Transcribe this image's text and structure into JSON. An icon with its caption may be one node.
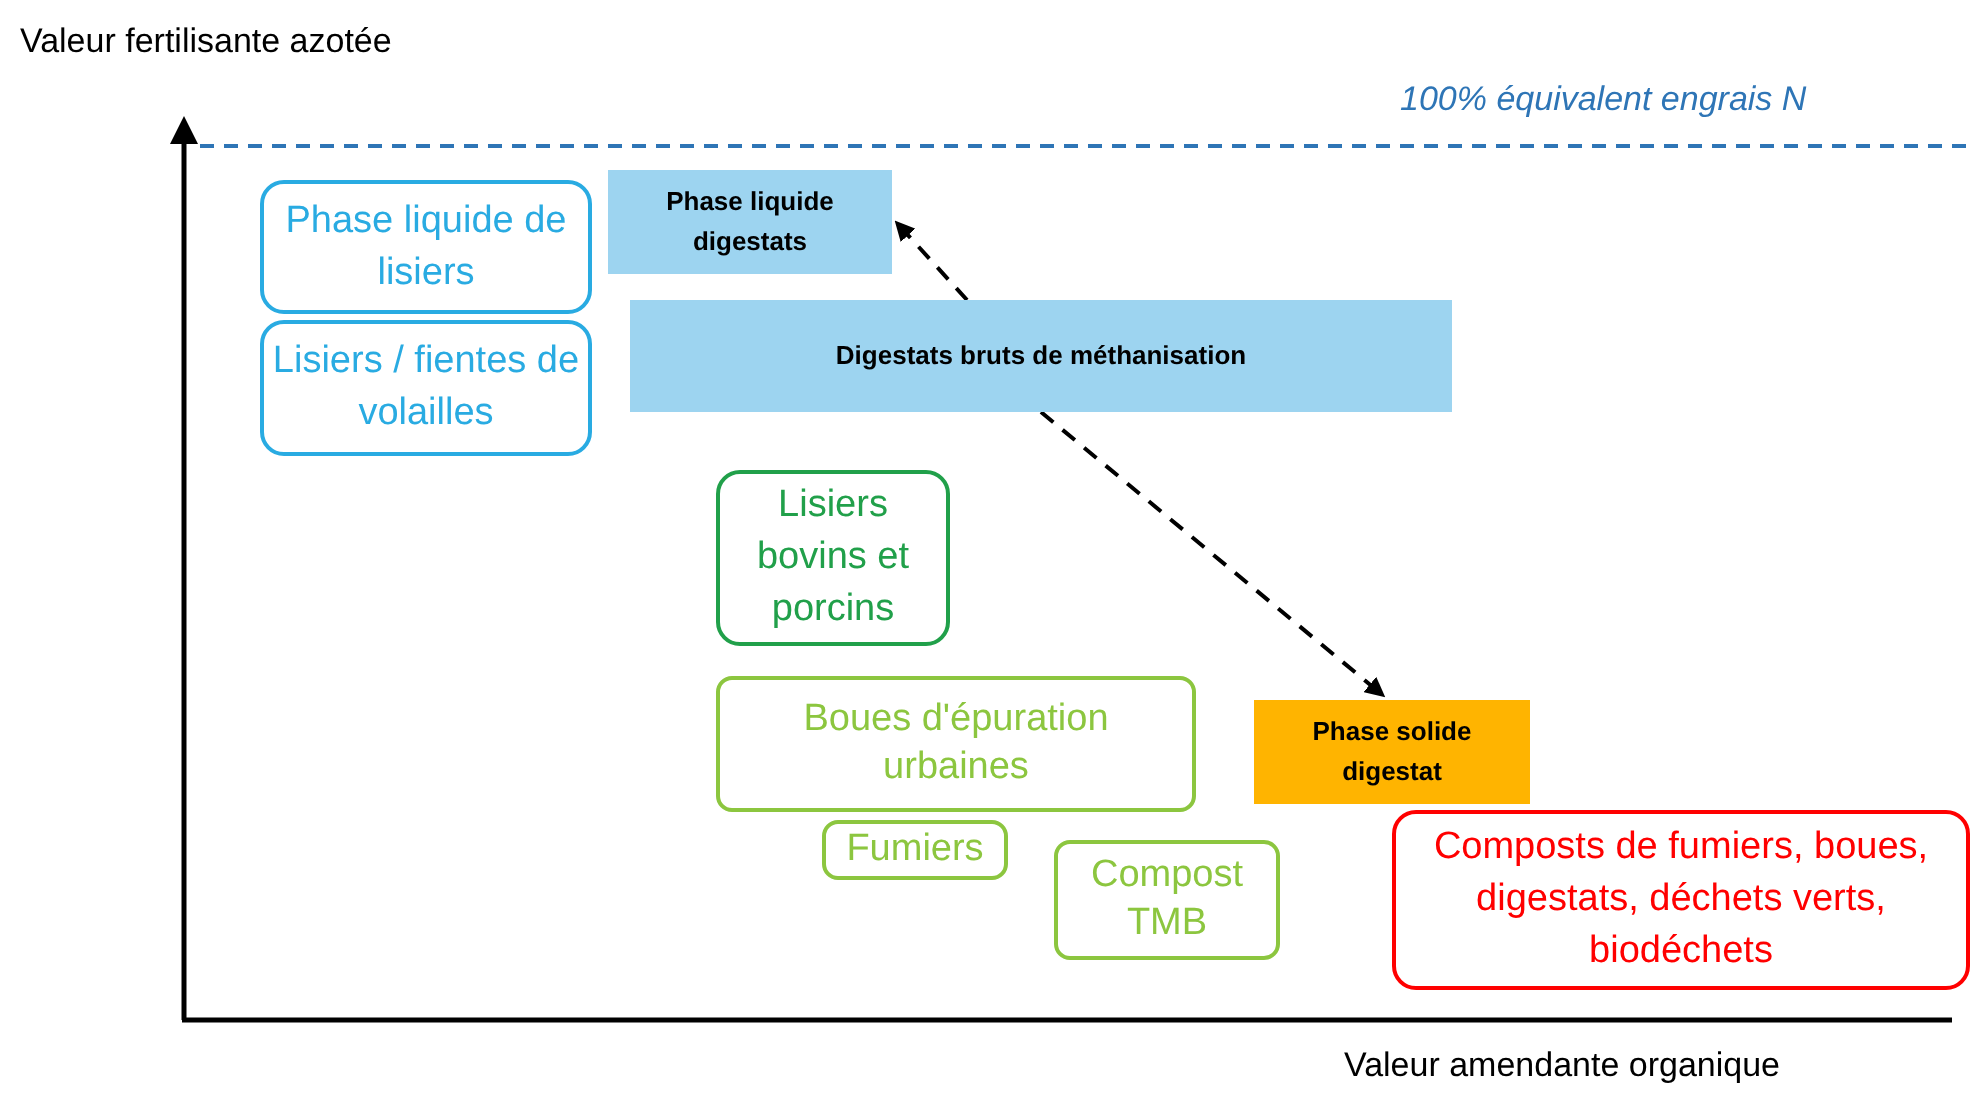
{
  "diagram": {
    "nodes": [
      {
        "text": [
          "Phase liquide de lisiers"
        ]
      },
      {
        "text": [
          "Lisiers / fientes de volailles"
        ]
      },
      {
        "text": [
          "Phase liquide digestats"
        ]
      },
      {
        "text": [
          "Digestats bruts de méthanisation"
        ]
      },
      {
        "text": [
          "Lisiers bovins et porcins"
        ]
      },
      {
        "text": [
          "Boues d'épuration urbaines"
        ]
      },
      {
        "text": [
          "Fumiers"
        ]
      },
      {
        "text": [
          "Compost TMB"
        ]
      },
      {
        "text": [
          "Phase solide digestat"
        ]
      },
      {
        "text": [
          "Composts de fumiers, boues, digestats, déchets verts, biodéchets"
        ]
      }
    ],
    "edges": [
      {
        "from": 3,
        "to": 2,
        "arrow": "to",
        "style": "dashed"
      },
      {
        "from": 3,
        "to": 8,
        "arrow": "to",
        "style": "dashed"
      }
    ],
    "labels": [
      "Valeur fertilisante azotée",
      "100% équivalent engrais N",
      "Valeur amendante organique"
    ]
  }
}
